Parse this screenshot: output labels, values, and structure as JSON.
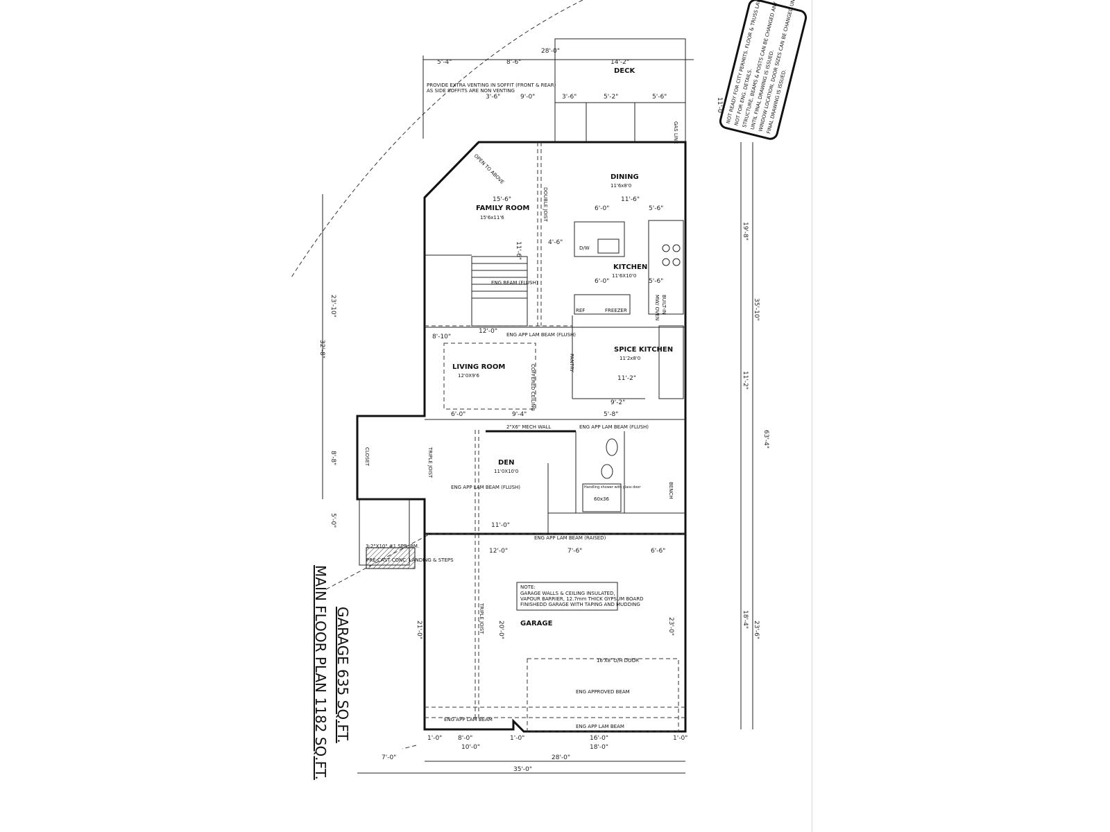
{
  "disclaimer": {
    "lines": [
      "NOT READY FOR CITY PERMITS. FLOOR & TRUSS LAYOUTS,",
      "NOT FOR ENG. DETAILS.",
      "STRUCTURE, BEAMS & POSTS CAN BE CHANGED ANY TIME",
      "UNTIL FINAL DRAWING IS ISSUED.",
      "WINDOW LOCATION, DOOR SIZES CAN BE CHANGED UNTIL",
      "FINAL DRAWING IS ISSUED."
    ]
  },
  "title": {
    "line1": "MAIN FLOOR PLAN 1182 SQ.FT.",
    "line2": "GARAGE 635 SQ.FT."
  },
  "rooms": {
    "deck": "DECK",
    "dining": "DINING",
    "dining_size": "11'6x8'0",
    "family": "FAMILY ROOM",
    "family_size": "15'6x11'6",
    "kitchen": "KITCHEN",
    "kitchen_size": "11'6X10'0",
    "spice": "SPICE KITCHEN",
    "spice_size": "11'2x8'0",
    "living": "LIVING ROOM",
    "living_size": "12'0X9'6",
    "den": "DEN",
    "den_size": "11'0X10'0",
    "garage": "GARAGE",
    "pantry": "PANTRY",
    "closet": "CLOSET",
    "bench": "BENCH",
    "ref": "REF",
    "freezer": "FREEZER",
    "built_in": "BUILT-IN",
    "mw_oven": "MW/ OVEN",
    "dw": "D/W",
    "shower": "Handling shower with glass door",
    "shower_size": "60x36"
  },
  "annotations": {
    "open_above": "OPEN TO ABOVE",
    "venting1": "PROVIDE EXTRA VENTING IN SOFFIT (FRONT & REAR)",
    "venting2": "AS SIDE SOFFITS ARE NON VENTING",
    "eng_flush": "ENG BEAM (FLUSH)",
    "lam_flush1": "ENG APP LAM BEAM (FLUSH)",
    "lam_flush2": "ENG APP LAM BEAM (FLUSH)",
    "lam_flush3": "ENG APP LAM BEAM (FLUSH)",
    "lam_raised": "ENG APP LAM BEAM (RAISED)",
    "approved_beam": "ENG APPROVED BEAM",
    "lam_beam_left": "ENG APP LAM BEAM",
    "lam_beam_right": "ENG APP LAM BEAM",
    "mech_wall": "2\"X6\" MECH WALL",
    "double_joist": "DOUBLE JOIST",
    "triple_joist": "TRIPLE JOIST",
    "triple_joist2": "TRIPLE JOIST",
    "coffered": "COFFERED CEILING",
    "oh_door": "16'X8' O/H DOOR",
    "landing": "PRE-CAST CONC. LANDING & STEPS",
    "spr_bm": "3-2\"X10\" #1 SPR. BM.",
    "gas_line": "GAS LINE",
    "note_title": "NOTE:",
    "note1": "GARAGE WALLS & CEILING INSULATED,",
    "note2": "VAPOUR BARRIER, 12.7mm THICK GYPSUM BOARD",
    "note3": "FINISHEDD GARAGE WITH TAPING AND MUDDING"
  },
  "dims": {
    "overall_w": "35'-0\"",
    "house_w": "28'-0\"",
    "left_7": "7'-0\"",
    "garage_10": "10'-0\"",
    "garage_18": "18'-0\"",
    "garage_8": "8'-0\"",
    "garage_16": "16'-0\"",
    "one_a": "1'-0\"",
    "one_b": "1'-0\"",
    "one_c": "1'-0\"",
    "top_28": "28'-0\"",
    "top_5_4": "5'-4\"",
    "top_8_6": "8'-6\"",
    "deck_14_2": "14'-2\"",
    "d_3_6a": "3'-6\"",
    "d_9_0": "9'-0\"",
    "d_3_6b": "3'-6\"",
    "d_5_2": "5'-2\"",
    "d_5_6": "5'-6\"",
    "deck_11": "11'-0\"",
    "right_19_8": "19'-8\"",
    "right_35_10": "35'-10\"",
    "right_11_2": "11'-2\"",
    "right_63_4": "63'-4\"",
    "right_23_6": "23'-6\"",
    "right_18_4": "18'-4\"",
    "garage_21": "21'-0\"",
    "garage_23": "23'-0\"",
    "garage_20": "20'-0\"",
    "g_12": "12'-0\"",
    "g_7_6": "7'-6\"",
    "g_6_6": "6'-6\"",
    "g_11": "11'-0\"",
    "left_23_10": "23'-10\"",
    "left_32_8": "32'-8\"",
    "left_8_8": "8'-8\"",
    "left_5_0": "5'-0\"",
    "fam_15_6": "15'-6\"",
    "fam_11_6": "11'-6\"",
    "din_11_6": "11'-6\"",
    "k_6_0": "6'-0\"",
    "k_5_6": "5'-6\"",
    "k_6_0b": "6'-0\"",
    "k_5_6b": "5'-6\"",
    "liv_12": "12'-0\"",
    "liv_8_10": "8'-10\"",
    "liv_6_0": "6'-0\"",
    "liv_9_4": "9'-4\"",
    "sp_11_2": "11'-2\"",
    "sp_9_2": "9'-2\"",
    "sp_5_8": "5'-8\"",
    "k_4_6": "4'-6\""
  }
}
